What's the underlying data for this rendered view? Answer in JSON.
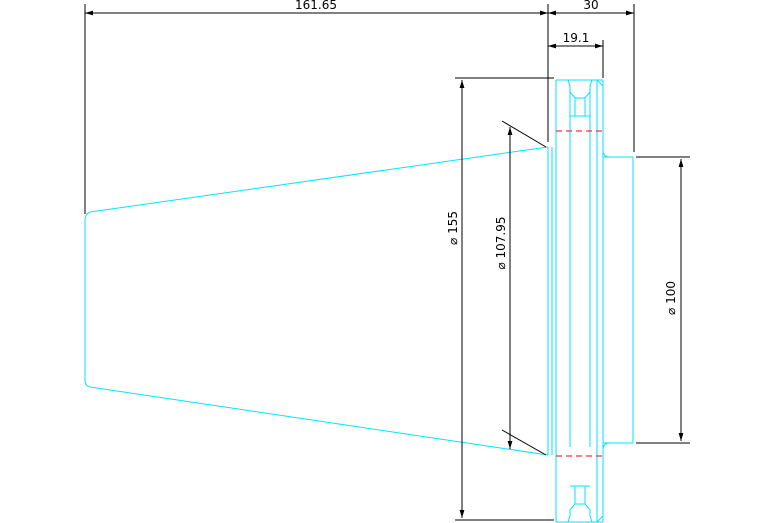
{
  "drawing": {
    "background": "#ffffff",
    "geometry_color": "#00e5ff",
    "dimension_color": "#000000",
    "centerline_color": "#ff0000",
    "dimensions": {
      "overall_length": "161.65",
      "flange_length": "30",
      "groove_length": "19.1",
      "flange_diameter": "⌀ 155",
      "taper_diameter": "⌀ 107.95",
      "shank_diameter": "⌀ 100"
    }
  }
}
